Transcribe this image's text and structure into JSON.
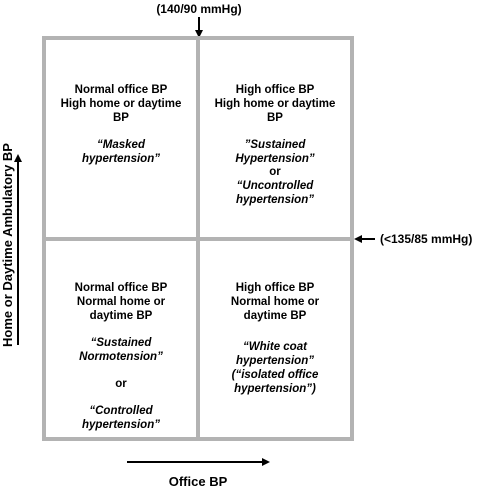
{
  "thresholds": {
    "office": "(140/90 mmHg)",
    "home": "(<135/85 mmHg)"
  },
  "axes": {
    "x_label": "Office BP",
    "y_label": "Home or Daytime Ambulatory  BP"
  },
  "quadrants": {
    "top_left": {
      "desc": [
        "Normal office BP",
        "High home or daytime",
        "BP"
      ],
      "name": [
        "“Masked",
        "hypertension”"
      ]
    },
    "top_right": {
      "desc": [
        "High office BP",
        "High home or daytime",
        "BP"
      ],
      "name": [
        "”Sustained",
        "Hypertension”",
        "or",
        "“Uncontrolled",
        "hypertension”"
      ]
    },
    "bottom_left": {
      "desc": [
        "Normal office BP",
        "Normal home or",
        "daytime BP"
      ],
      "name": [
        "“Sustained",
        "Normotension”",
        "",
        "or",
        "",
        "“Controlled",
        "hypertension”"
      ]
    },
    "bottom_right": {
      "desc": [
        "High office BP",
        "Normal home or",
        "daytime BP"
      ],
      "name": [
        "“White coat",
        "hypertension”",
        "(“isolated office",
        "hypertension”)"
      ]
    }
  },
  "colors": {
    "grid": "#b3b3b3",
    "text": "#000000"
  }
}
